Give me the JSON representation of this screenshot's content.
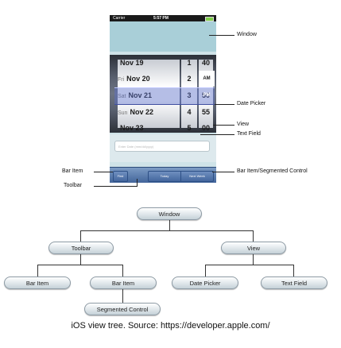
{
  "phone": {
    "carrier": "Carrier",
    "time": "5:57 PM",
    "picker_rows": [
      {
        "weekday": "",
        "date": "Nov 19",
        "hour": "1",
        "minute": "40",
        "ampm": ""
      },
      {
        "weekday": "Fri",
        "date": "Nov 20",
        "hour": "2",
        "minute": "45",
        "ampm": "AM"
      },
      {
        "weekday": "Sat",
        "date": "Nov 21",
        "hour": "3",
        "minute": "50",
        "ampm": "PM"
      },
      {
        "weekday": "Sun",
        "date": "Nov 22",
        "hour": "4",
        "minute": "55",
        "ampm": ""
      },
      {
        "weekday": "",
        "date": "Nov 23",
        "hour": "5",
        "minute": "00",
        "ampm": ""
      }
    ],
    "textfield_placeholder": "Enter Date (mm/dd/yyyy)",
    "toolbar_buttons": {
      "first": "First",
      "today": "Today",
      "next_week": "Next Week"
    }
  },
  "callouts": {
    "window": "Window",
    "date_picker": "Date Picker",
    "view": "View",
    "text_field": "Text Field",
    "bar_item_left": "Bar Item",
    "bar_item_right": "Bar Item/Segmented Control",
    "toolbar": "Toolbar"
  },
  "tree": {
    "window": "Window",
    "toolbar": "Toolbar",
    "view": "View",
    "bar_item_1": "Bar Item",
    "bar_item_2": "Bar Item",
    "date_picker": "Date Picker",
    "text_field": "Text Field",
    "segmented_control": "Segmented Control"
  },
  "caption": "iOS view tree. Source: https://developer.apple.com/",
  "colors": {
    "toolbar": "#4a6ea5",
    "window_band": "#a9cfd8",
    "selection": "#5a6ec8"
  }
}
